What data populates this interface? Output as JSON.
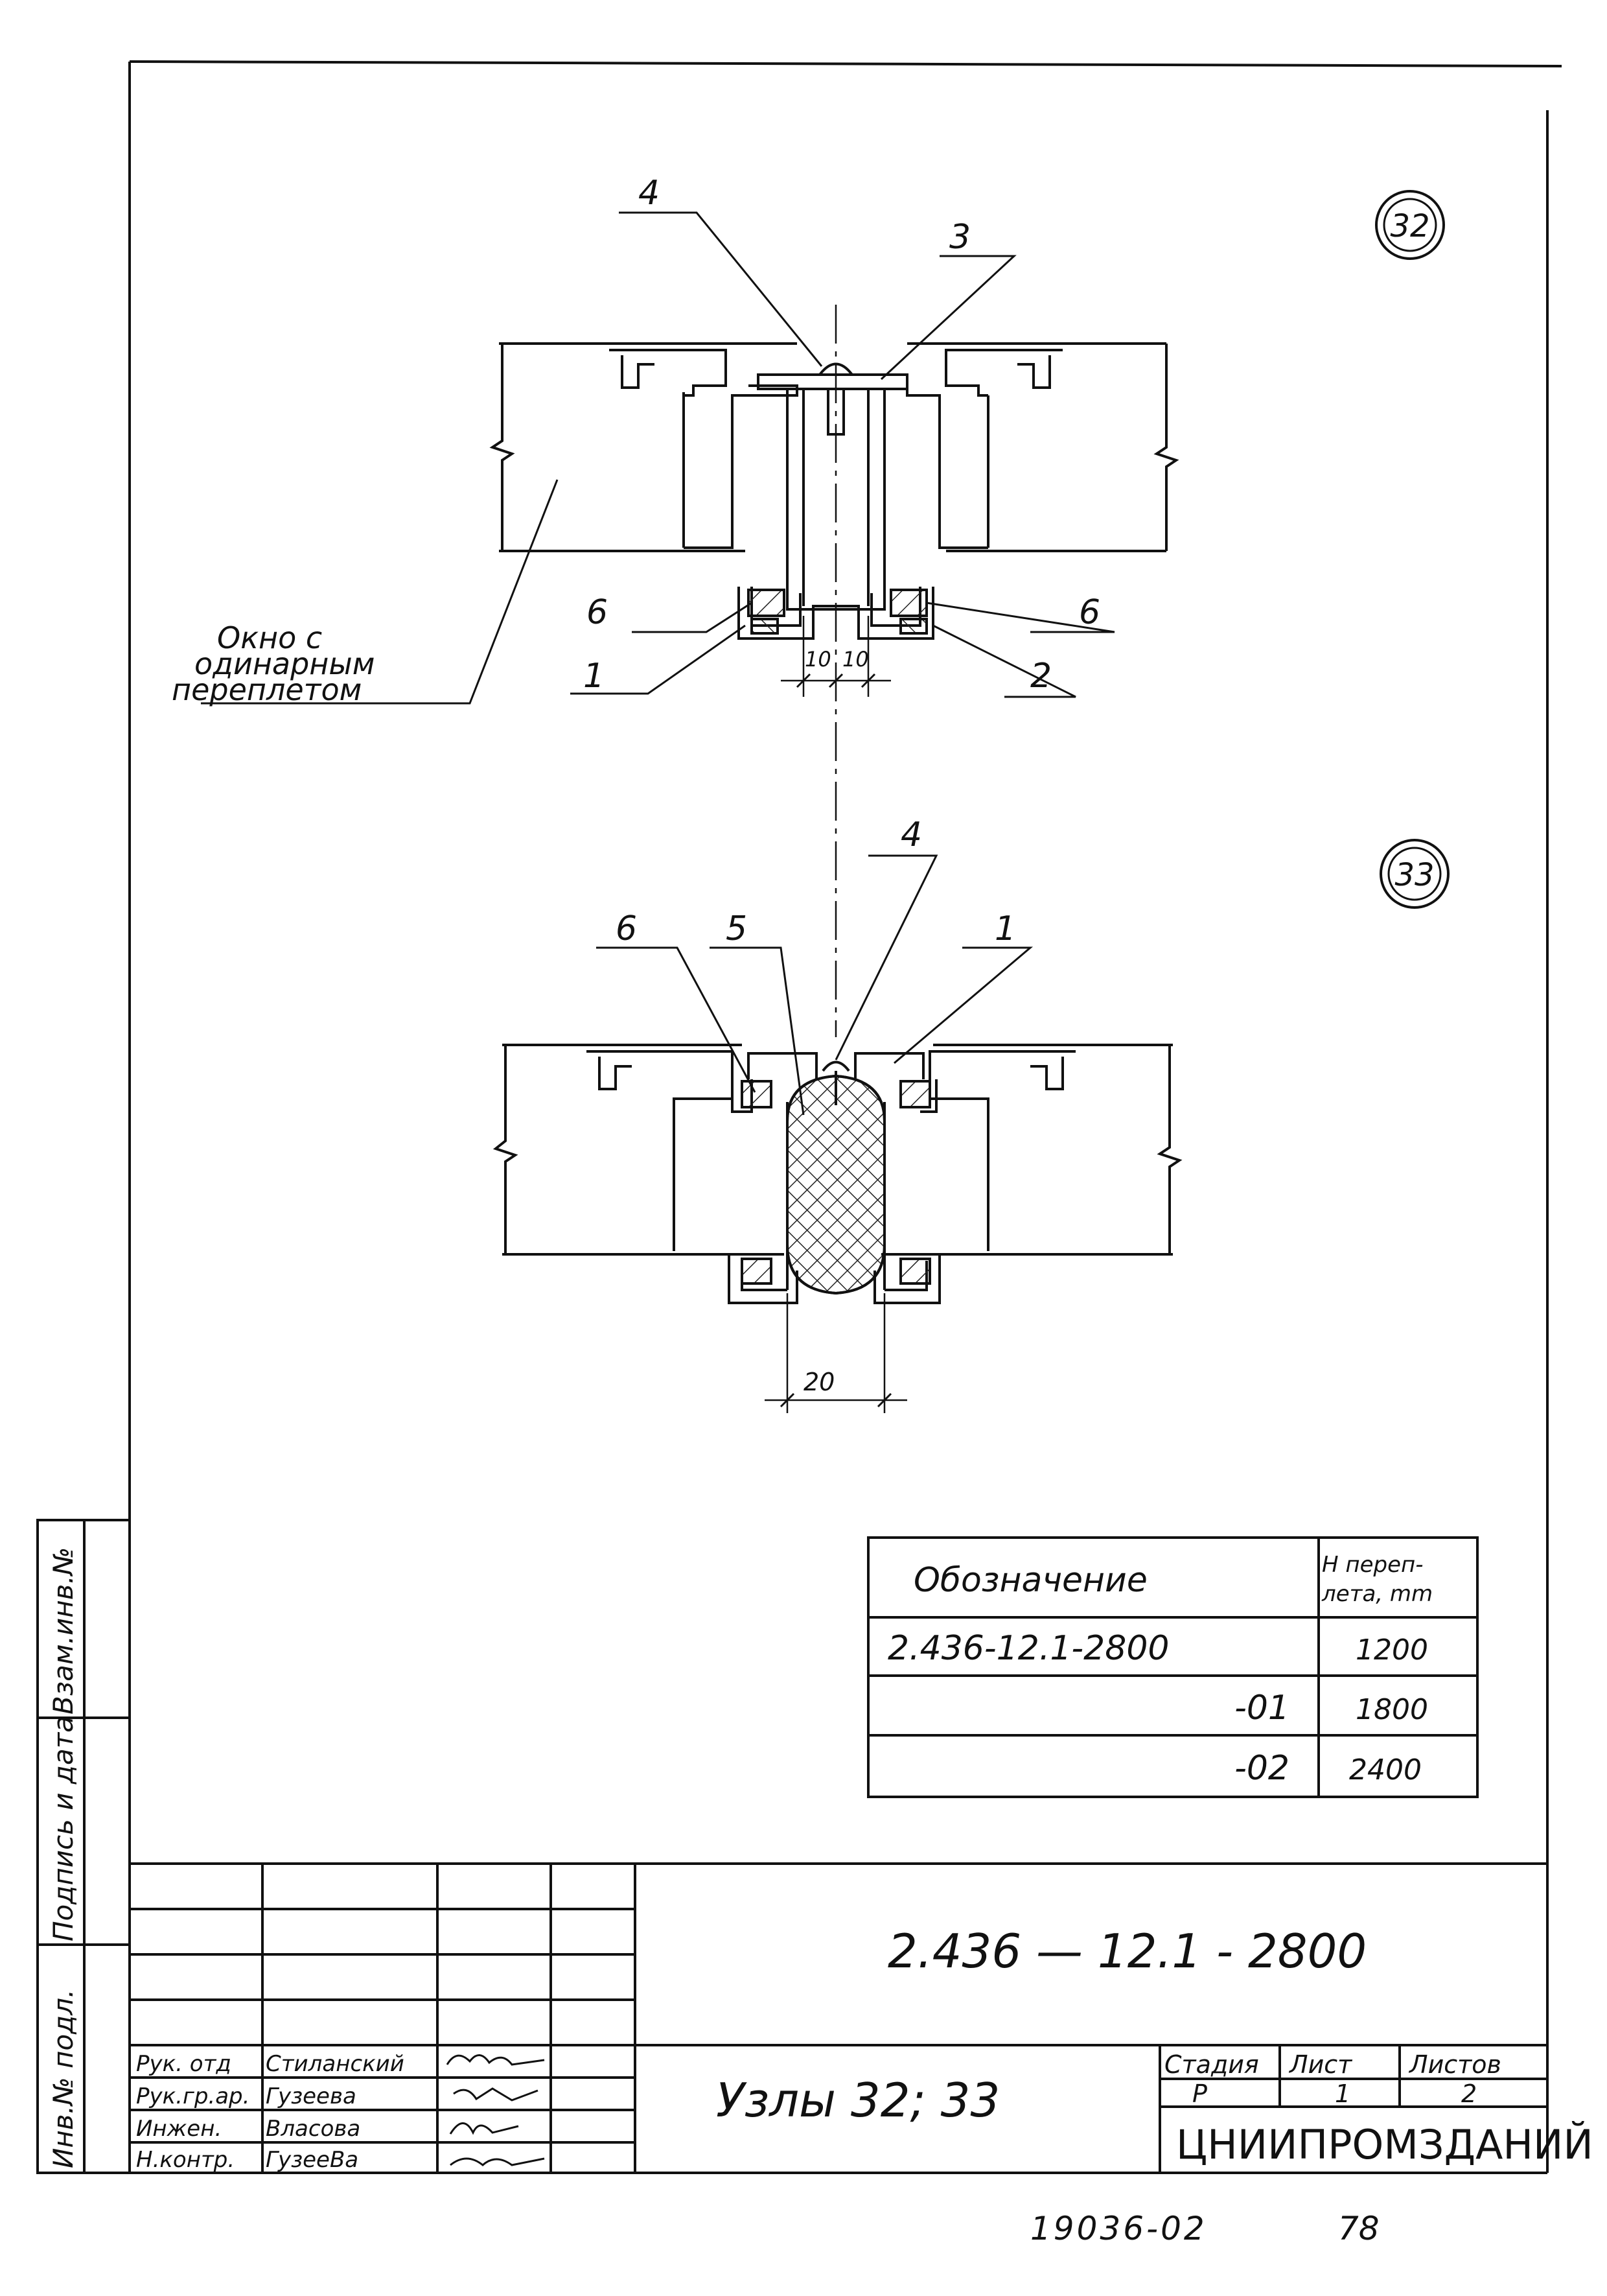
{
  "nodes": {
    "top": {
      "number": "32",
      "callouts": {
        "c1": "1",
        "c2": "2",
        "c3": "3",
        "c4": "4",
        "c6a": "6",
        "c6b": "6"
      },
      "dims": {
        "d1": "10",
        "d2": "10"
      },
      "label_lines": [
        "Окно с",
        "одинарным",
        "переплетом"
      ]
    },
    "bottom": {
      "number": "33",
      "callouts": {
        "c1": "1",
        "c4": "4",
        "c5": "5",
        "c6": "6"
      },
      "dims": {
        "d1": "20"
      }
    }
  },
  "spec_table": {
    "headers": {
      "designation": "Обозначение",
      "height_line1": "Н переп-",
      "height_line2": "лета, mm"
    },
    "rows": [
      {
        "designation": "2.436-12.1-2800",
        "height": "1200"
      },
      {
        "designation": "-01",
        "height": "1800"
      },
      {
        "designation": "-02",
        "height": "2400"
      }
    ]
  },
  "side_stamp": {
    "inv_orig": "Инв.№ подл.",
    "sign_date": "Подпись и дата",
    "replace_inv": "Взам.инв.№"
  },
  "title_block": {
    "document_code": "2.436 — 12.1 - 2800",
    "title": "Узлы 32; 33",
    "organization": "ЦНИИПРОМЗДАНИЙ",
    "stage_label": "Стадия",
    "sheet_label": "Лист",
    "sheets_label": "Листов",
    "stage_value": "Р",
    "sheet_value": "1",
    "sheets_value": "2",
    "signers": [
      {
        "role": "Рук. отд",
        "name": "Стиланский"
      },
      {
        "role": "Рук.гр.ар.",
        "name": "Гузеева"
      },
      {
        "role": "Инжен.",
        "name": "Власова"
      },
      {
        "role": "Н.контр.",
        "name": "ГузееВа"
      }
    ]
  },
  "footer": {
    "code": "19036-02",
    "page": "78"
  }
}
